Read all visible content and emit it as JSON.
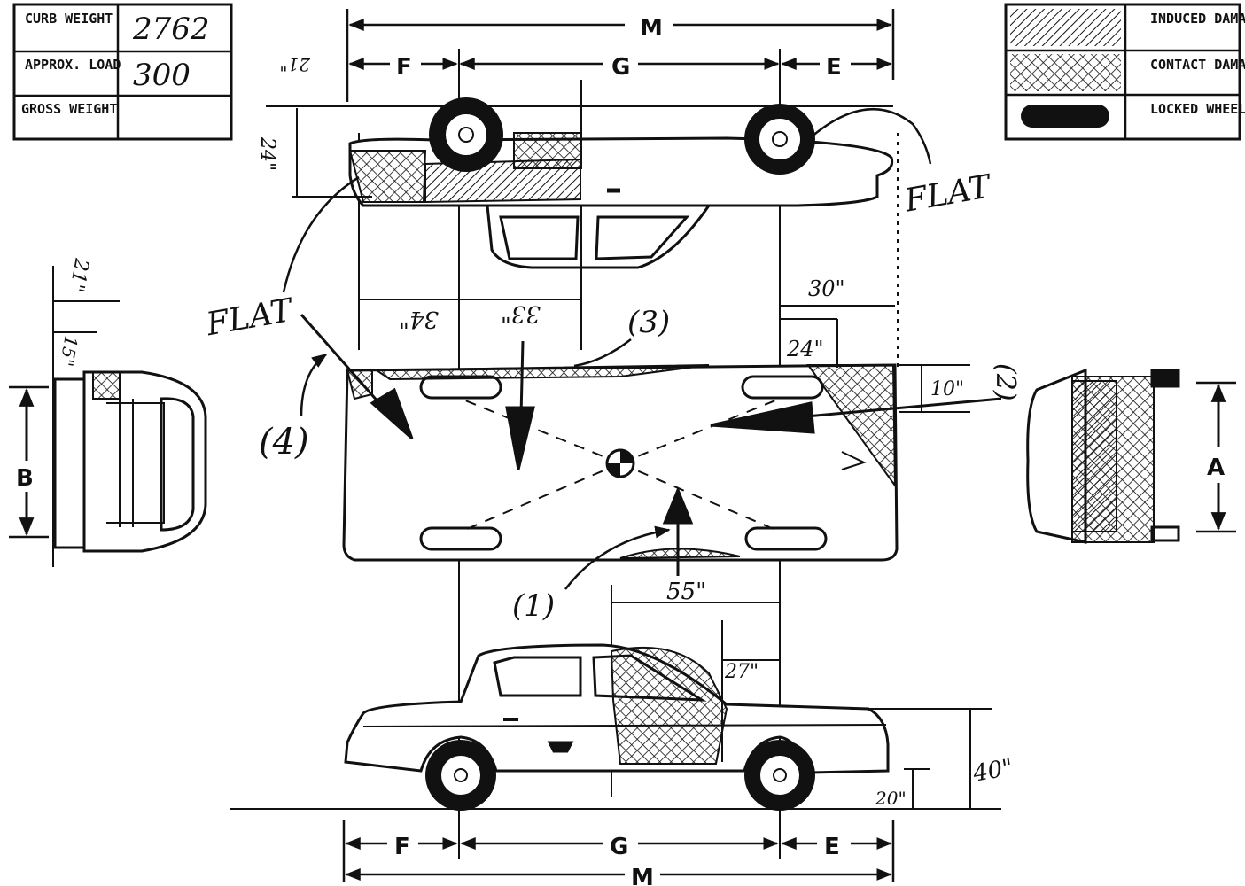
{
  "weights_table": {
    "curb_weight_label": "CURB WEIGHT",
    "curb_weight_value": "2762",
    "approx_load_label": "APPROX. LOAD",
    "approx_load_value": "300",
    "gross_weight_label": "GROSS WEIGHT",
    "gross_weight_value": ""
  },
  "legend": {
    "induced_label": "INDUCED DAMAGE",
    "contact_label": "CONTACT DAMAGE",
    "locked_label": "LOCKED WHEEL"
  },
  "dimension_letters": {
    "m": "M",
    "f": "F",
    "g": "G",
    "e": "E",
    "a": "A",
    "b": "B"
  },
  "top_view": {
    "dim_21": "21\"",
    "dim_24": "24\"",
    "flat_right": "FLAT",
    "flat_left": "FLAT",
    "dim_34": "34\"",
    "dim_33": "33\""
  },
  "plan_view": {
    "label_3": "(3)",
    "label_4": "(4)",
    "label_2": "(2)",
    "label_1": "(1)",
    "dim_30": "30\"",
    "dim_24": "24\"",
    "dim_10": "10\"",
    "dim_55": "55\""
  },
  "side_view": {
    "dim_27": "27\"",
    "dim_40": "40\"",
    "dim_20": "20\""
  },
  "end_views": {
    "dim_21": "21\"",
    "dim_15": "15\""
  }
}
